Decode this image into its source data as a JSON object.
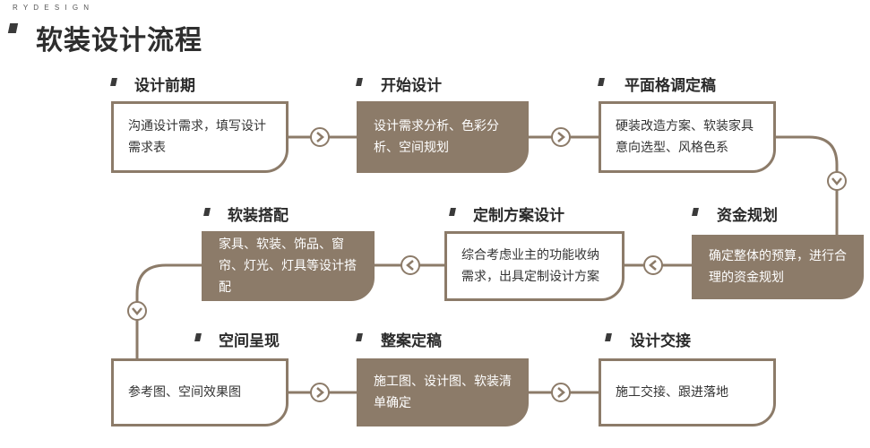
{
  "brand": "R Y   D E S I G N",
  "title": "软装设计流程",
  "colors": {
    "accent": "#8c7b69",
    "text": "#2e2e2e"
  },
  "steps": [
    {
      "label": "设计前期",
      "desc": "沟通设计需求，填写设计需求表"
    },
    {
      "label": "开始设计",
      "desc": "设计需求分析、色彩分析、空间规划"
    },
    {
      "label": "平面格调定稿",
      "desc": "硬装改造方案、软装家具意向选型、风格色系"
    },
    {
      "label": "资金规划",
      "desc": "确定整体的预算，进行合理的资金规划"
    },
    {
      "label": "定制方案设计",
      "desc": "综合考虑业主的功能收纳需求，出具定制设计方案"
    },
    {
      "label": "软装搭配",
      "desc": "家具、软装、饰品、窗帘、灯光、灯具等设计搭配"
    },
    {
      "label": "空间呈现",
      "desc": "参考图、空间效果图"
    },
    {
      "label": "整案定稿",
      "desc": "施工图、设计图、软装清单确定"
    },
    {
      "label": "设计交接",
      "desc": "施工交接、跟进落地"
    }
  ]
}
